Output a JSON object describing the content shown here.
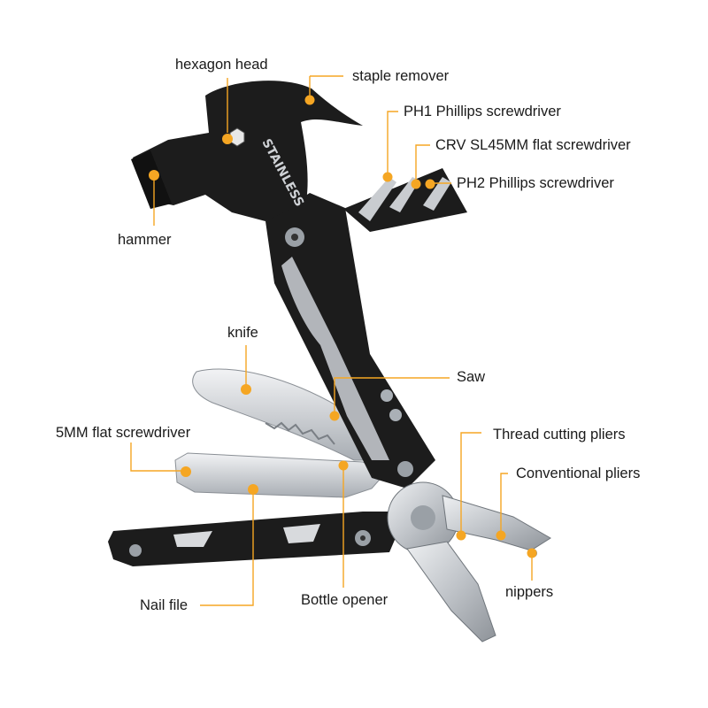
{
  "colors": {
    "accent": "#f5a623",
    "body": "#1c1c1c",
    "steel": "#c9ccd0",
    "text": "#1a1a1a"
  },
  "diagram": {
    "labels": {
      "hexagon_head": "hexagon head",
      "staple_remover": "staple remover",
      "ph1": "PH1 Phillips screwdriver",
      "crv": "CRV SL45MM flat screwdriver",
      "ph2": "PH2 Phillips screwdriver",
      "hammer": "hammer",
      "knife": "knife",
      "saw": "Saw",
      "flat5": "5MM flat screwdriver",
      "thread": "Thread cutting pliers",
      "conventional": "Conventional pliers",
      "nippers": "nippers",
      "nail_file": "Nail file",
      "bottle_opener": "Bottle opener"
    },
    "engraving": "STAINLESS"
  }
}
